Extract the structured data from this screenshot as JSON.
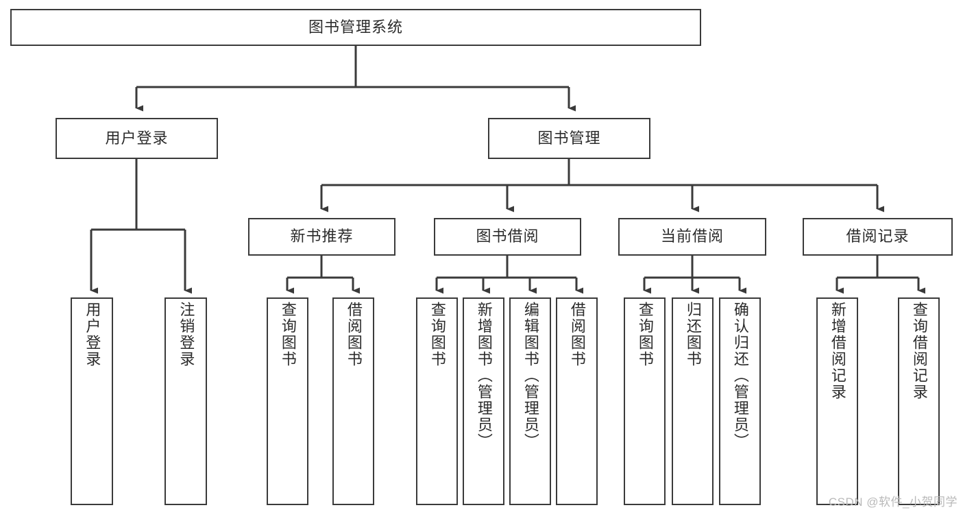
{
  "diagram": {
    "title": "图书管理系统",
    "type": "tree-hierarchy",
    "watermark": "CSDN @软件_小贺同学",
    "colors": {
      "stroke": "#3a3a3a",
      "text": "#2b2b2b",
      "background": "#ffffff",
      "watermark": "#b9b9b9"
    },
    "root": {
      "label": "图书管理系统"
    },
    "level1": [
      {
        "label": "用户登录"
      },
      {
        "label": "图书管理"
      }
    ],
    "level2": [
      {
        "label": "新书推荐"
      },
      {
        "label": "图书借阅"
      },
      {
        "label": "当前借阅"
      },
      {
        "label": "借阅记录"
      }
    ],
    "leaves": {
      "user_login": [
        {
          "label": "用户登录"
        },
        {
          "label": "注销登录"
        }
      ],
      "new_book_recommend": [
        {
          "label": "查询图书"
        },
        {
          "label": "借阅图书"
        }
      ],
      "book_borrow": [
        {
          "label": "查询图书"
        },
        {
          "label": "新增图书（管理员）"
        },
        {
          "label": "编辑图书（管理员）"
        },
        {
          "label": "借阅图书"
        }
      ],
      "current_borrow": [
        {
          "label": "查询图书"
        },
        {
          "label": "归还图书"
        },
        {
          "label": "确认归还（管理员）"
        }
      ],
      "borrow_record": [
        {
          "label": "新增借阅记录"
        },
        {
          "label": "查询借阅记录"
        }
      ]
    }
  }
}
